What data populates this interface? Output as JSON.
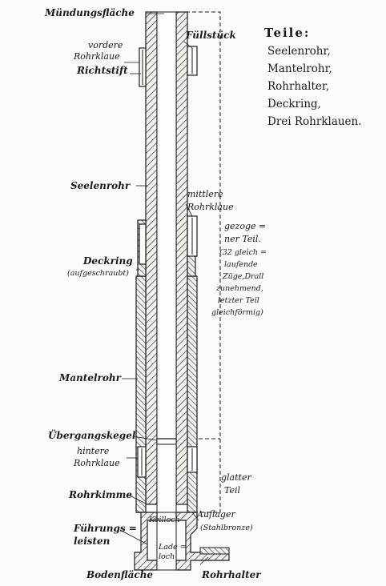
{
  "labels": {
    "muendungsflaeche": "Mündungsfläche",
    "vordere": "vordere",
    "rohrklaue": "Rohrklaue",
    "richtstift": "Richtstift",
    "fuellstueck": "Füllstück",
    "seelenrohr": "Seelenrohr",
    "mittlere": "mittlere",
    "rohrklaue2": "Rohrklaue",
    "gezogener1": "gezoge =",
    "gezogener2": "ner Teil.",
    "zuege1": "(32 gleich =",
    "zuege2": "laufende",
    "zuege3": "Züge,Drall",
    "zuege4": "zunehmend,",
    "zuege5": "letzter Teil",
    "zuege6": "gleichförmig)",
    "deckring": "Deckring",
    "aufgeschraubt": "(aufgeschraubt)",
    "mantelrohr": "Mantelrohr",
    "uebergangskegel": "Übergangskegel",
    "hintere": "hintere",
    "rohrklaue3": "Rohrklaue",
    "glatter1": "glatter",
    "glatter2": "Teil",
    "rohrkimme": "Rohrkimme",
    "keilloch": "Keilloch",
    "auflager": "Auflager",
    "stahlbronze": "(Stahlbronze)",
    "fuehrungs": "Führungs =",
    "leisten": "leisten",
    "lade": "Lade =",
    "loch": "loch",
    "bodenflaeche": "Bodenfläche",
    "rohrhalter": "Rohrhalter"
  },
  "teile": {
    "heading": "Teile:",
    "items": [
      "Seelenrohr,",
      "Mantelrohr,",
      "Rohrhalter,",
      "Deckring,",
      "Drei Rohrklauen."
    ]
  }
}
